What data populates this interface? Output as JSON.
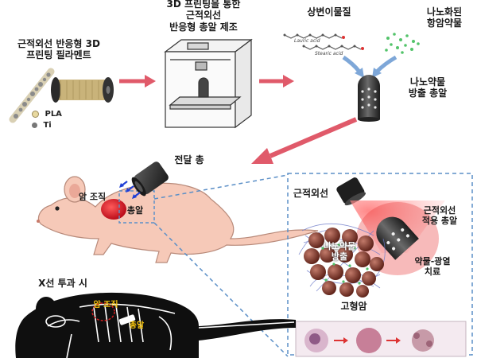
{
  "colors": {
    "arrow": "#e05a6a",
    "mouse_skin": "#f6c9b8",
    "tumor": "#d8182a",
    "laser_glow": "#e83a3a",
    "dashed_border": "#5b8fc7",
    "xray_body": "#0f0f0f"
  },
  "labels": {
    "filament_title": "근적외선 반응형 3D\n프린팅 필라멘트",
    "printer_title": "3D 프린팅을 통한\n근적외선\n반응형 총알 제조",
    "pcm_title": "상변이물질",
    "nano_drug_title": "나노화된\n항암약물",
    "lauric_acid": "Lauric acid",
    "stearic_acid": "Stearic acid",
    "bullet_title": "나노약물\n방출 총알",
    "gun_label": "전달 총",
    "tumor_label": "암 조직",
    "bullet_label": "총알",
    "xray_title": "X선 투과 시",
    "xray_tumor": "암 조직",
    "xray_bullet": "총알",
    "nir_label": "근적외선",
    "nir_bullet": "근적외선\n적용 총알",
    "nano_release": "나노약물\n방출",
    "ptt_label": "약물-광열\n치료",
    "solid_tumor": "고형암"
  },
  "legend": [
    {
      "name": "PLA",
      "color": "#e8d9a0"
    },
    {
      "name": "Ti",
      "color": "#777777"
    }
  ]
}
